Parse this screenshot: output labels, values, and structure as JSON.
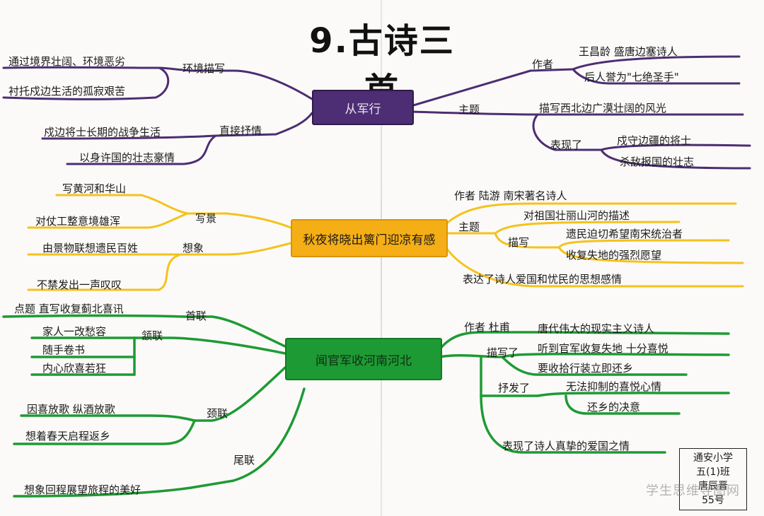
{
  "title": "9.古诗三首",
  "colors": {
    "purple": "#4d2d73",
    "yellow": "#f5c21d",
    "green": "#1e9a34"
  },
  "branches": {
    "purple": {
      "center": "从军行",
      "left": {
        "env": "环境描写",
        "env1": "通过境界壮阔、环境恶劣",
        "env2": "衬托戍边生活的孤寂艰苦",
        "direct": "直接抒情",
        "direct1": "戍边将士长期的战争生活",
        "direct2": "以身许国的壮志豪情"
      },
      "right": {
        "author": "作者",
        "author1": "王昌龄  盛唐边塞诗人",
        "author2": "后人誉为\"七绝圣手\"",
        "theme": "主题",
        "theme_desc": "描写西北边广漠壮阔的风光",
        "show": "表现了",
        "show1": "戍守边疆的将士",
        "show2": "杀敌报国的壮志"
      }
    },
    "yellow": {
      "center": "秋夜将晓出篱门迎凉有感",
      "left": {
        "scene": "写景",
        "scene1": "写黄河和华山",
        "scene2": "对仗工整意境雄浑",
        "imagine": "想象",
        "imagine1": "由景物联想遗民百姓",
        "imagine2": "不禁发出一声叹叹"
      },
      "right": {
        "author": "作者  陆游  南宋著名诗人",
        "theme": "主题",
        "theme1": "对祖国壮丽山河的描述",
        "desc": "描写",
        "desc1": "遗民迫切希望南宋统治者",
        "desc2": "收复失地的强烈愿望",
        "express": "表达了诗人爱国和忧民的思想感情"
      }
    },
    "green": {
      "center": "闻官军收河南河北",
      "left": {
        "first": "首联",
        "first1": "点题  直写收复蓟北喜讯",
        "second": "颔联",
        "second1": "家人一改愁容",
        "second2": "随手卷书",
        "second3": "内心欣喜若狂",
        "third": "颈联",
        "third1": "因喜放歌  纵酒放歌",
        "third2": "想着春天启程返乡",
        "last": "尾联",
        "last1": "想象回程展望旅程的美好"
      },
      "right": {
        "author": "作者  杜甫",
        "author1": "唐代伟大的现实主义诗人",
        "desc": "描写了",
        "desc1": "听到官军收复失地  十分喜悦",
        "desc2": "要收拾行装立即还乡",
        "express": "抒发了",
        "express1": "无法抑制的喜悦心情",
        "express2": "还乡的决意",
        "show": "表现了诗人真挚的爱国之情"
      }
    }
  },
  "stamp": {
    "line1": "通安小学",
    "line2": "五(1)班",
    "line3": "唐辰晋",
    "line4": "55号"
  },
  "watermark": "学生思维导图网"
}
